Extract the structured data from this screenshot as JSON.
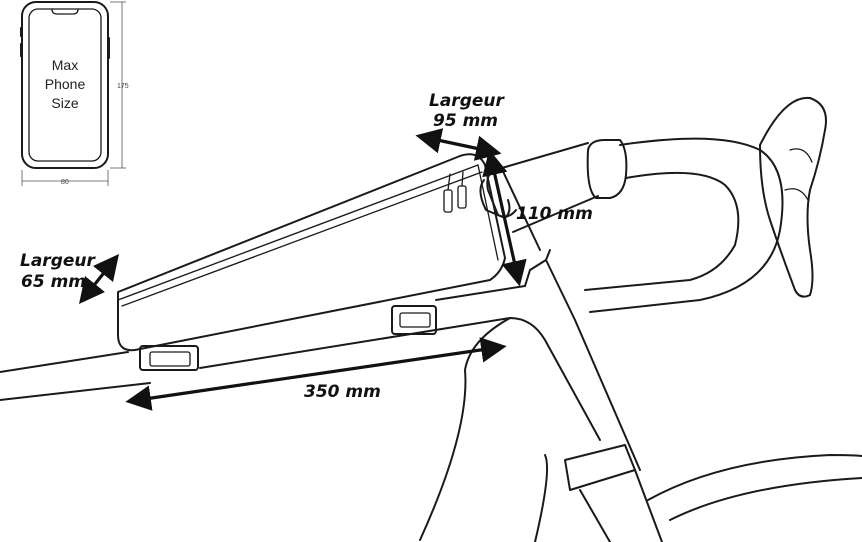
{
  "phone_label": {
    "line1": "Max",
    "line2": "Phone",
    "line3": "Size",
    "height_dim": "175",
    "width_dim": "80"
  },
  "dimensions": {
    "largeur_top_word": "Largeur",
    "largeur_top_value": "95 mm",
    "height_value": "110 mm",
    "largeur_left_word": "Largeur",
    "largeur_left_value": "65 mm",
    "length_value": "350 mm"
  }
}
